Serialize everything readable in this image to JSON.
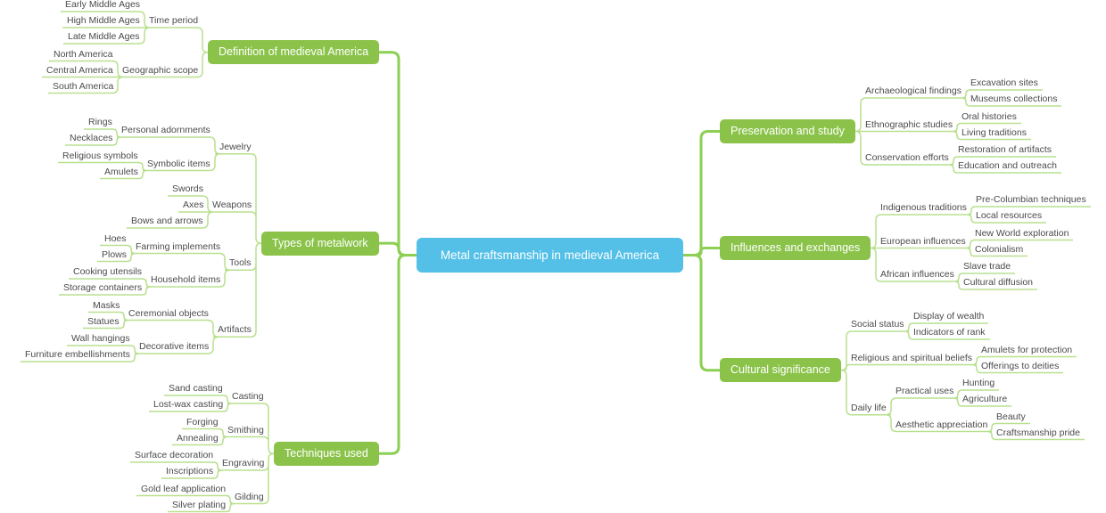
{
  "root": {
    "label": "Metal craftsmanship in medieval America"
  },
  "branches": [
    {
      "label": "Definition of medieval America",
      "children": [
        {
          "label": "Time period",
          "children": [
            {
              "label": "Early Middle Ages"
            },
            {
              "label": "High Middle Ages"
            },
            {
              "label": "Late Middle Ages"
            }
          ]
        },
        {
          "label": "Geographic scope",
          "children": [
            {
              "label": "North America"
            },
            {
              "label": "Central America"
            },
            {
              "label": "South America"
            }
          ]
        }
      ]
    },
    {
      "label": "Types of metalwork",
      "children": [
        {
          "label": "Jewelry",
          "children": [
            {
              "label": "Personal adornments",
              "children": [
                {
                  "label": "Rings"
                },
                {
                  "label": "Necklaces"
                }
              ]
            },
            {
              "label": "Symbolic items",
              "children": [
                {
                  "label": "Religious symbols"
                },
                {
                  "label": "Amulets"
                }
              ]
            }
          ]
        },
        {
          "label": "Weapons",
          "children": [
            {
              "label": "Swords"
            },
            {
              "label": "Axes"
            },
            {
              "label": "Bows and arrows"
            }
          ]
        },
        {
          "label": "Tools",
          "children": [
            {
              "label": "Farming implements",
              "children": [
                {
                  "label": "Hoes"
                },
                {
                  "label": "Plows"
                }
              ]
            },
            {
              "label": "Household items",
              "children": [
                {
                  "label": "Cooking utensils"
                },
                {
                  "label": "Storage containers"
                }
              ]
            }
          ]
        },
        {
          "label": "Artifacts",
          "children": [
            {
              "label": "Ceremonial objects",
              "children": [
                {
                  "label": "Masks"
                },
                {
                  "label": "Statues"
                }
              ]
            },
            {
              "label": "Decorative items",
              "children": [
                {
                  "label": "Wall hangings"
                },
                {
                  "label": "Furniture embellishments"
                }
              ]
            }
          ]
        }
      ]
    },
    {
      "label": "Techniques used",
      "children": [
        {
          "label": "Casting",
          "children": [
            {
              "label": "Sand casting"
            },
            {
              "label": "Lost-wax casting"
            }
          ]
        },
        {
          "label": "Smithing",
          "children": [
            {
              "label": "Forging"
            },
            {
              "label": "Annealing"
            }
          ]
        },
        {
          "label": "Engraving",
          "children": [
            {
              "label": "Surface decoration"
            },
            {
              "label": "Inscriptions"
            }
          ]
        },
        {
          "label": "Gilding",
          "children": [
            {
              "label": "Gold leaf application"
            },
            {
              "label": "Silver plating"
            }
          ]
        }
      ]
    },
    {
      "label": "Preservation and study",
      "children": [
        {
          "label": "Archaeological findings",
          "children": [
            {
              "label": "Excavation sites"
            },
            {
              "label": "Museums collections"
            }
          ]
        },
        {
          "label": "Ethnographic studies",
          "children": [
            {
              "label": "Oral histories"
            },
            {
              "label": "Living traditions"
            }
          ]
        },
        {
          "label": "Conservation efforts",
          "children": [
            {
              "label": "Restoration of artifacts"
            },
            {
              "label": "Education and outreach"
            }
          ]
        }
      ]
    },
    {
      "label": "Influences and exchanges",
      "children": [
        {
          "label": "Indigenous traditions",
          "children": [
            {
              "label": "Pre-Columbian techniques"
            },
            {
              "label": "Local resources"
            }
          ]
        },
        {
          "label": "European influences",
          "children": [
            {
              "label": "New World exploration"
            },
            {
              "label": "Colonialism"
            }
          ]
        },
        {
          "label": "African influences",
          "children": [
            {
              "label": "Slave trade"
            },
            {
              "label": "Cultural diffusion"
            }
          ]
        }
      ]
    },
    {
      "label": "Cultural significance",
      "children": [
        {
          "label": "Social status",
          "children": [
            {
              "label": "Display of wealth"
            },
            {
              "label": "Indicators of rank"
            }
          ]
        },
        {
          "label": "Religious and spiritual beliefs",
          "children": [
            {
              "label": "Amulets for protection"
            },
            {
              "label": "Offerings to deities"
            }
          ]
        },
        {
          "label": "Daily life",
          "children": [
            {
              "label": "Practical uses",
              "children": [
                {
                  "label": "Hunting"
                },
                {
                  "label": "Agriculture"
                }
              ]
            },
            {
              "label": "Aesthetic appreciation",
              "children": [
                {
                  "label": "Beauty"
                },
                {
                  "label": "Craftsmanship pride"
                }
              ]
            }
          ]
        }
      ]
    }
  ],
  "colors": {
    "center_box": "#54c0e8",
    "branch_box": "#8bc34a",
    "thick_line": "#8ccf52",
    "thin_line": "#b9e08f",
    "label_text": "#4b4b4b",
    "box_text": "#ffffff"
  }
}
